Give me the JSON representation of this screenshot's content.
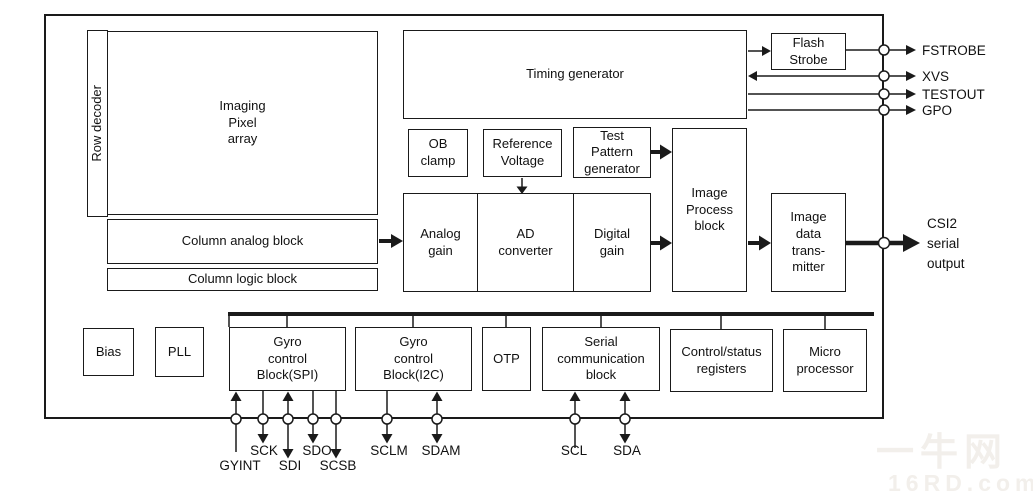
{
  "blocks": {
    "row_decoder": "Row decoder",
    "imaging_pixel_array": "Imaging\nPixel\narray",
    "column_analog": "Column analog block",
    "column_logic": "Column logic block",
    "timing_generator": "Timing generator",
    "flash_strobe": "Flash\nStrobe",
    "ob_clamp": "OB\nclamp",
    "reference_voltage": "Reference\nVoltage",
    "test_pattern_generator": "Test\nPattern\ngenerator",
    "analog_gain": "Analog\ngain",
    "ad_converter": "AD\nconverter",
    "digital_gain": "Digital\ngain",
    "image_process_block": "Image\nProcess\nblock",
    "image_data_transmitter": "Image\ndata\ntrans-\nmitter",
    "bias": "Bias",
    "pll": "PLL",
    "gyro_control_spi": "Gyro\ncontrol\nBlock(SPI)",
    "gyro_control_i2c": "Gyro\ncontrol\nBlock(I2C)",
    "otp": "OTP",
    "serial_communication": "Serial\ncommunication\nblock",
    "control_status_registers": "Control/status\nregisters",
    "micro_processor": "Micro\nprocessor"
  },
  "pins": {
    "right": [
      "FSTROBE",
      "XVS",
      "TESTOUT",
      "GPO"
    ],
    "output_label": "CSI2\nserial\noutput",
    "bottom_row1": [
      "SCK",
      "SDO",
      "SCLM",
      "SDAM",
      "SCL",
      "SDA"
    ],
    "bottom_row2": [
      "GYINT",
      "SDI",
      "SCSB"
    ]
  },
  "watermark": {
    "line1": "一牛网",
    "line2": "16RD.com"
  },
  "colors": {
    "ink": "#1a1a1a",
    "background": "#ffffff",
    "watermark": "#f2efeb"
  }
}
